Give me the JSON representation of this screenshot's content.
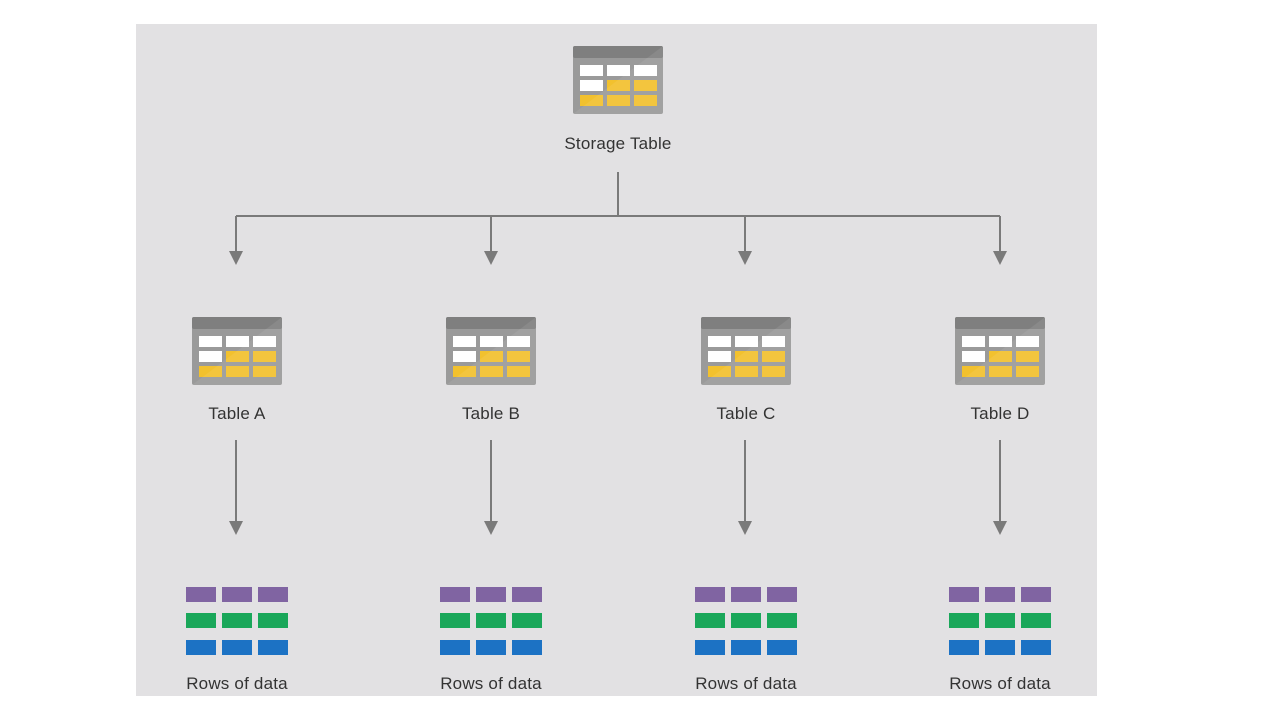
{
  "root": {
    "label": "Storage Table",
    "icon": "table-icon"
  },
  "tables": [
    {
      "label": "Table A",
      "icon": "table-icon",
      "rows_label": "Rows of data",
      "rows_icon": "rows-icon"
    },
    {
      "label": "Table B",
      "icon": "table-icon",
      "rows_label": "Rows of data",
      "rows_icon": "rows-icon"
    },
    {
      "label": "Table C",
      "icon": "table-icon",
      "rows_label": "Rows of data",
      "rows_icon": "rows-icon"
    },
    {
      "label": "Table D",
      "icon": "table-icon",
      "rows_label": "Rows of data",
      "rows_icon": "rows-icon"
    }
  ],
  "colors": {
    "background": "#e2e1e3",
    "table_frame": "#9a9a9a",
    "table_header": "#7f7f7f",
    "table_cell_white": "#ffffff",
    "table_cell_yellow": "#f2c12e",
    "row_purple": "#8064a2",
    "row_green": "#1aa75a",
    "row_blue": "#1c72c4",
    "connector": "#7a7a7a"
  }
}
